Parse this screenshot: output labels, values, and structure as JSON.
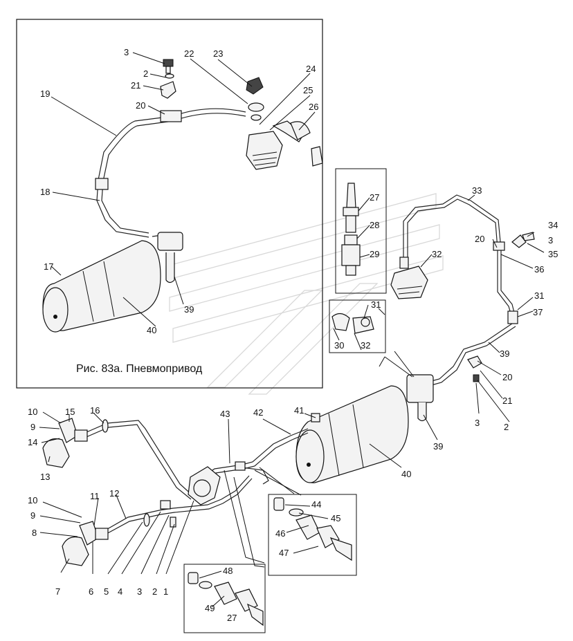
{
  "caption": "Рис. 83а. Пневмопривод",
  "labels": [
    "1",
    "2",
    "3",
    "4",
    "5",
    "6",
    "7",
    "8",
    "9",
    "10",
    "11",
    "12",
    "13",
    "14",
    "15",
    "16",
    "17",
    "18",
    "19",
    "20",
    "21",
    "22",
    "23",
    "24",
    "25",
    "26",
    "27",
    "28",
    "29",
    "30",
    "31",
    "32",
    "33",
    "34",
    "35",
    "36",
    "37",
    "39",
    "40",
    "41",
    "42",
    "43",
    "44",
    "45",
    "46",
    "47",
    "48",
    "49"
  ]
}
